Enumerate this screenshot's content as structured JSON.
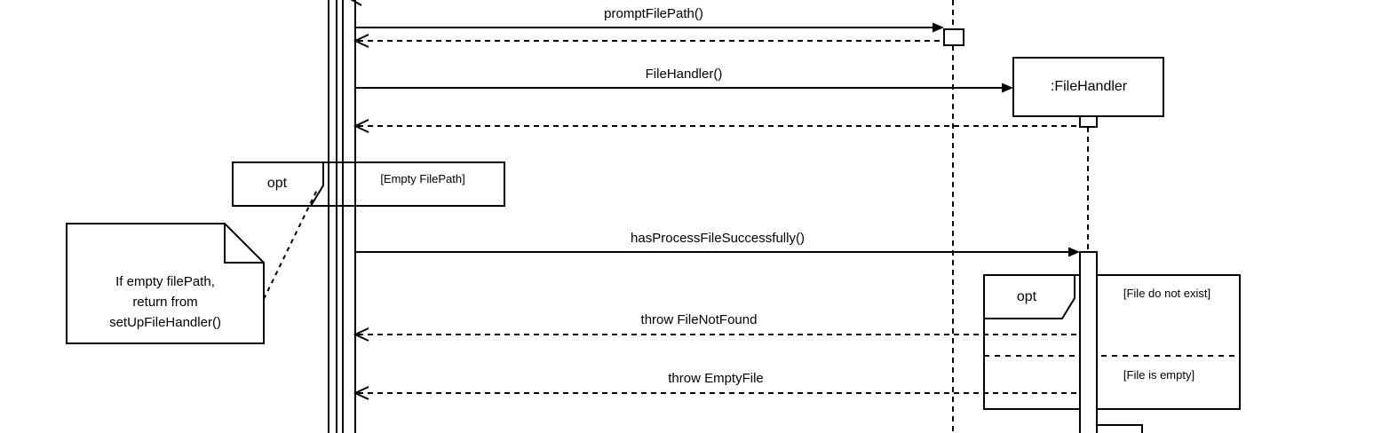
{
  "diagram": {
    "type": "uml-sequence-diagram",
    "colors": {
      "stroke": "#000000",
      "background": "#ffffff",
      "shape_fill": "#ffffff"
    },
    "participants": [
      {
        "name": ":FileHandler"
      }
    ],
    "messages": [
      {
        "label": "promptFilePath()",
        "kind": "sync-call"
      },
      {
        "label": "FileHandler()",
        "kind": "create-call"
      },
      {
        "label": "hasProcessFileSuccessfully()",
        "kind": "sync-call"
      },
      {
        "label": "throw FileNotFound",
        "kind": "return"
      },
      {
        "label": "throw EmptyFile",
        "kind": "return"
      }
    ],
    "fragments": [
      {
        "operator": "opt",
        "guard": "[Empty FilePath]"
      },
      {
        "operator": "opt",
        "guards": [
          "[File do not exist]",
          "[File is empty]"
        ]
      }
    ],
    "note": {
      "lines": [
        "If empty filePath,",
        "return from",
        "setUpFileHandler()"
      ]
    }
  }
}
